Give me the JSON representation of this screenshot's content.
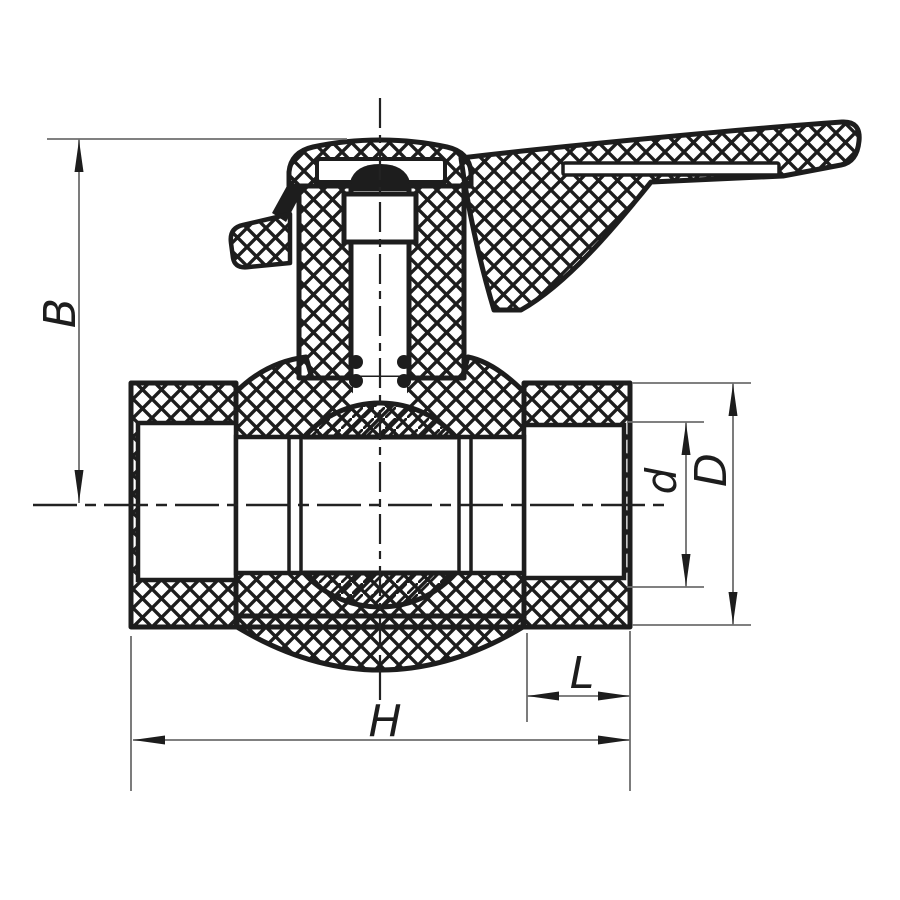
{
  "drawing": {
    "title": "Ball valve with lever handle — sectional engineering drawing",
    "view": "cross-section",
    "dimension_labels": {
      "height": "B",
      "bore_diameter": "d",
      "outer_diameter": "D",
      "socket_depth": "L",
      "overall_length": "H"
    },
    "colors": {
      "outline": "#1d1d1d",
      "dimension_line": "#6e6e6e",
      "background": "#ffffff"
    }
  }
}
